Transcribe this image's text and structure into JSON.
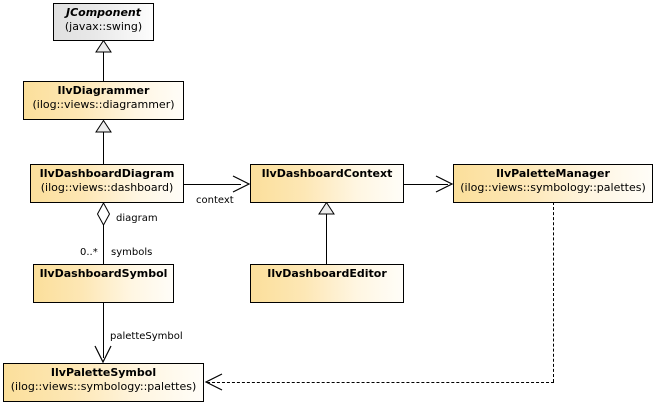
{
  "diagram": {
    "title": "UML class diagram",
    "background_color": "#ffffff",
    "line_color": "#000000",
    "class_fill_start": "#fbdf9b",
    "class_fill_end": "#fffdf8",
    "external_fill_start": "#e0e0e0",
    "external_fill_end": "#fdfdfd"
  },
  "classes": [
    {
      "id": "jcomponent",
      "name": "JComponent",
      "package": "(javax::swing)",
      "italic": true,
      "external": true
    },
    {
      "id": "ilvdiagrammer",
      "name": "IlvDiagrammer",
      "package": "(ilog::views::diagrammer)",
      "italic": false,
      "external": false
    },
    {
      "id": "ilvdashboarddiagram",
      "name": "IlvDashboardDiagram",
      "package": "(ilog::views::dashboard)",
      "italic": false,
      "external": false
    },
    {
      "id": "ilvdashboardcontext",
      "name": "IlvDashboardContext",
      "package": "",
      "italic": false,
      "external": false
    },
    {
      "id": "ilvpalettemanager",
      "name": "IlvPaletteManager",
      "package": "(ilog::views::symbology::palettes)",
      "italic": false,
      "external": false
    },
    {
      "id": "ilvdashboardsymbol",
      "name": "IlvDashboardSymbol",
      "package": "",
      "italic": false,
      "external": false
    },
    {
      "id": "ilvdashboardeditor",
      "name": "IlvDashboardEditor",
      "package": "",
      "italic": false,
      "external": false
    },
    {
      "id": "ilvpalettesymbol",
      "name": "IlvPaletteSymbol",
      "package": "(ilog::views::symbology::palettes)",
      "italic": false,
      "external": false
    }
  ],
  "relations": [
    {
      "id": "gen-diagrammer-jcomponent",
      "type": "generalization",
      "from": "IlvDiagrammer",
      "to": "JComponent",
      "label": ""
    },
    {
      "id": "gen-dashboarddiagram-diagrammer",
      "type": "generalization",
      "from": "IlvDashboardDiagram",
      "to": "IlvDiagrammer",
      "label": ""
    },
    {
      "id": "assoc-diagram-context",
      "type": "association",
      "from": "IlvDashboardDiagram",
      "to": "IlvDashboardContext",
      "label": "context"
    },
    {
      "id": "assoc-context-palettemanager",
      "type": "association",
      "from": "IlvDashboardContext",
      "to": "IlvPaletteManager",
      "label": ""
    },
    {
      "id": "gen-editor-context",
      "type": "generalization",
      "from": "IlvDashboardEditor",
      "to": "IlvDashboardContext",
      "label": ""
    },
    {
      "id": "agg-diagram-symbols",
      "type": "aggregation",
      "from": "IlvDashboardDiagram",
      "to": "IlvDashboardSymbol",
      "label_end": "diagram",
      "multiplicity": "0..*",
      "label_role": "symbols"
    },
    {
      "id": "assoc-symbol-palettesymbol",
      "type": "association",
      "from": "IlvDashboardSymbol",
      "to": "IlvPaletteSymbol",
      "label": "paletteSymbol"
    },
    {
      "id": "dep-palettemanager-palettesymbol",
      "type": "dependency",
      "from": "IlvPaletteManager",
      "to": "IlvPaletteSymbol",
      "label": ""
    }
  ],
  "labels": {
    "context": "context",
    "diagram": "diagram",
    "multiplicity_symbols": "0..*",
    "symbols": "symbols",
    "palette_symbol": "paletteSymbol"
  }
}
